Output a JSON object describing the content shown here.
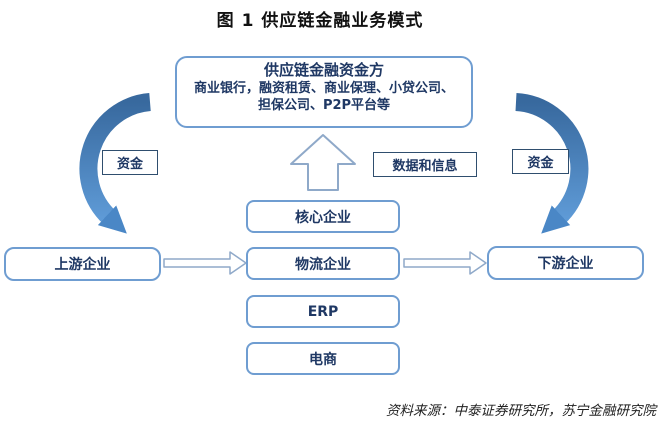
{
  "figure": {
    "title": "图 1  供应链金融业务模式",
    "source_note": "资料来源：中泰证券研究所，苏宁金融研究院"
  },
  "funders_box": {
    "heading": "供应链金融资金方",
    "line1": "商业银行，融资租赁、商业保理、小贷公司、",
    "line2": "担保公司、P2P平台等"
  },
  "flow_labels": {
    "funds_left": "资金",
    "funds_right": "资金",
    "data_and_info": "数据和信息"
  },
  "entities": {
    "upstream": "上游企业",
    "downstream": "下游企业",
    "middle_column": [
      "核心企业",
      "物流企业",
      "ERP",
      "电商"
    ]
  },
  "colors": {
    "box_border_blue": "#6F9DD1",
    "text_navy": "#1F3864",
    "curved_arrow_dark": "#38699E",
    "curved_arrow_light": "#5E9AD6",
    "curved_arrowhead": "#4A87C6",
    "label_border": "#2F4E6E",
    "hollow_arrow_outline": "#8FA9C9"
  }
}
